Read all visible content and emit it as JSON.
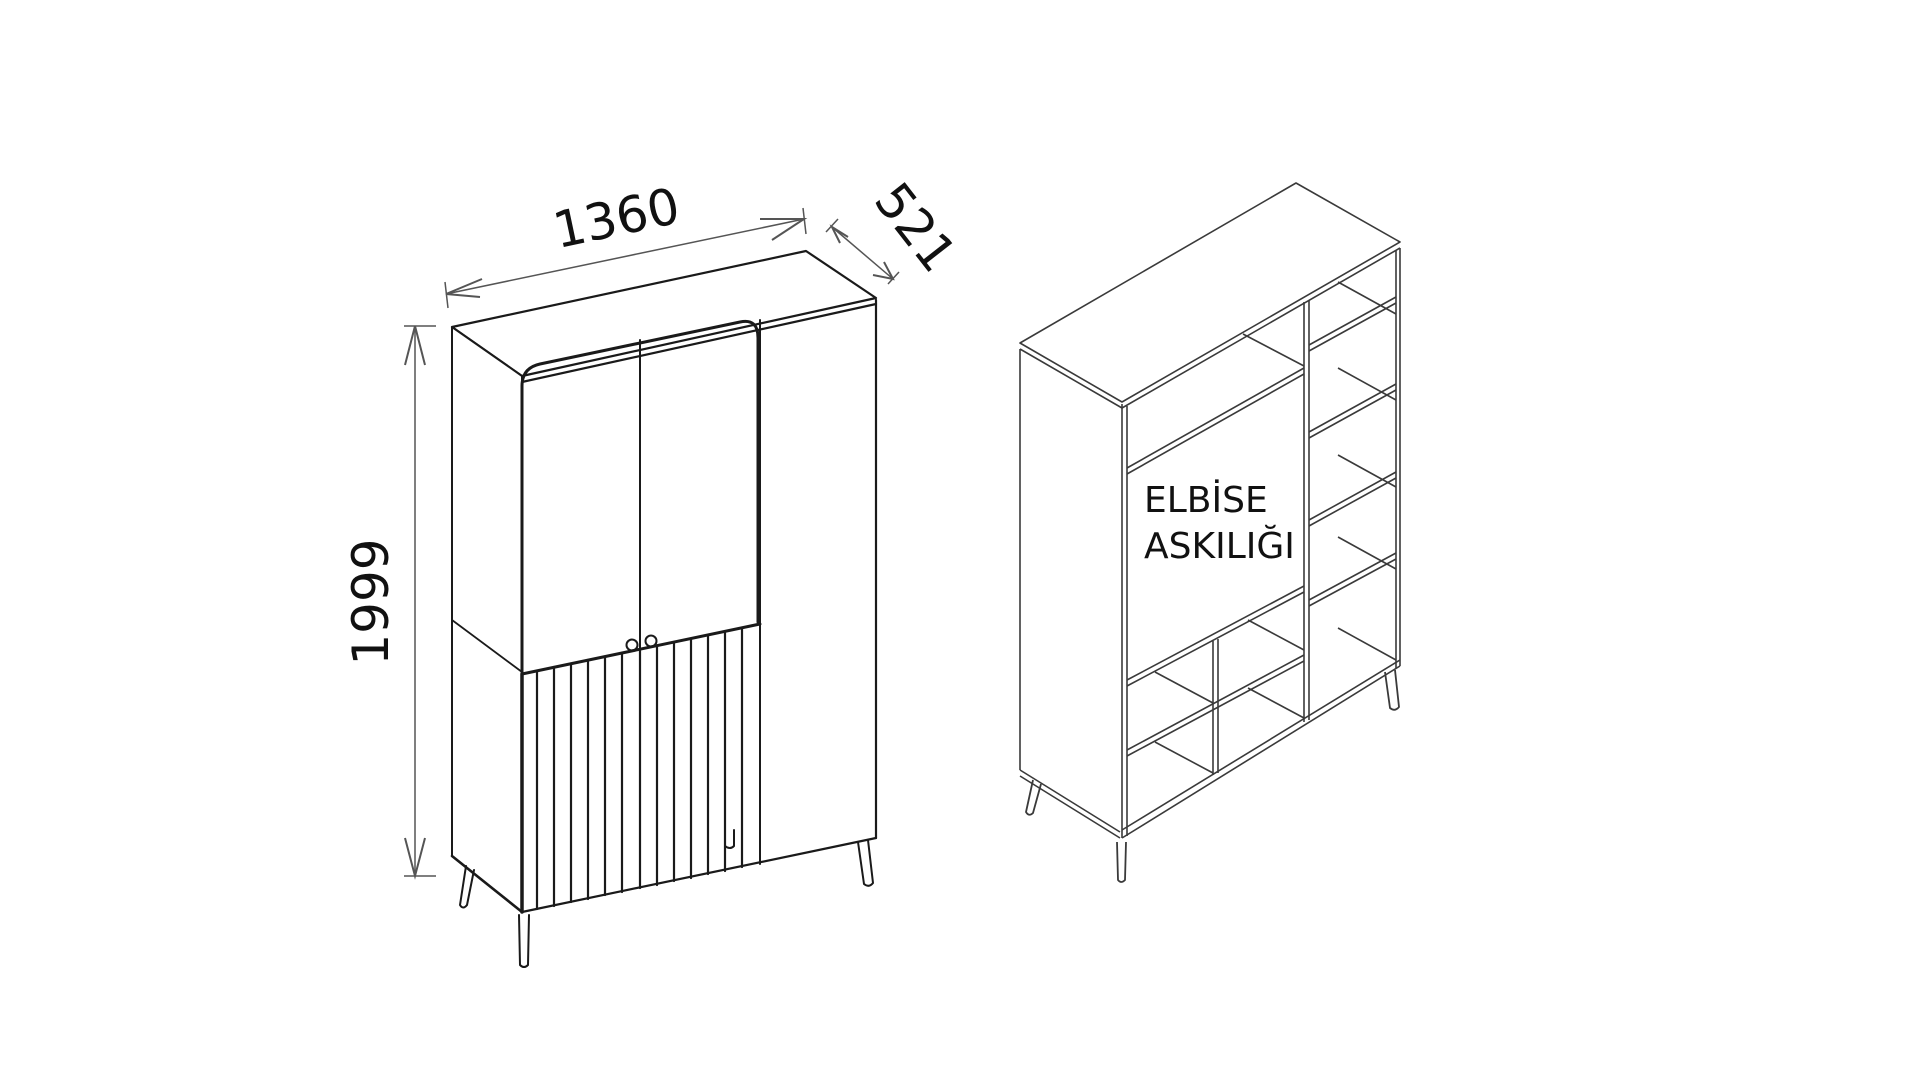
{
  "drawing": {
    "background": "#ffffff",
    "line_color": "#1a1a1a",
    "dim_line_color": "#555555"
  },
  "closed_view": {
    "dimensions": {
      "width": "1360",
      "depth": "521",
      "height": "1999"
    },
    "door_count": 3,
    "fluted_panel_lines": 14,
    "handles": 2,
    "legs": 4
  },
  "open_view": {
    "label_line1": "ELBİSE",
    "label_line2": "ASKILIĞI",
    "legs": 4
  }
}
